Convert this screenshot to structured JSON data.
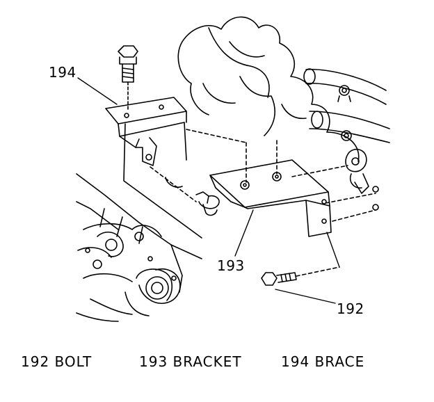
{
  "diagram": {
    "callouts": {
      "brace": "194",
      "bracket": "193",
      "bolt": "192"
    },
    "legend": [
      {
        "label": "192 BOLT"
      },
      {
        "label": "193 BRACKET"
      },
      {
        "label": "194 BRACE"
      }
    ],
    "colors": {
      "line": "#000000",
      "background": "#ffffff"
    }
  }
}
